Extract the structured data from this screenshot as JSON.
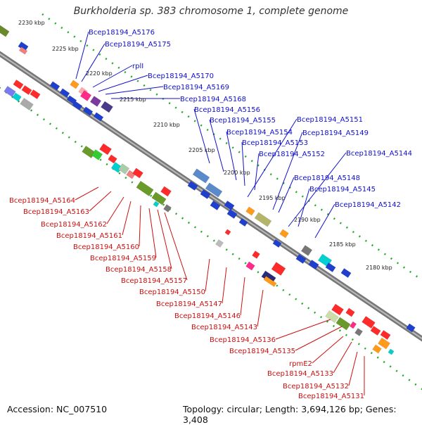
{
  "header": {
    "title": "Burkholderia sp. 383 chromosome 1, complete genome"
  },
  "footer": {
    "accession": "Accession: NC_007510",
    "summary": "Topology: circular; Length: 3,694,126 bp; Genes: 3,408"
  },
  "colors": {
    "forward_label": "#1010cc",
    "reverse_label": "#cc1010",
    "backbone": "#888888",
    "tick_dots": "#22aa22"
  },
  "kbp_ticks": [
    "2230 kbp",
    "2225 kbp",
    "2220 kbp",
    "2215 kbp",
    "2210 kbp",
    "2205 kbp",
    "2200 kbp",
    "2195 kbp",
    "2190 kbp",
    "2185 kbp",
    "2180 kbp"
  ],
  "forward_labels": [
    "Bcep18194_A5176",
    "Bcep18194_A5175",
    "rplI",
    "Bcep18194_A5170",
    "Bcep18194_A5169",
    "Bcep18194_A5168",
    "Bcep18194_A5156",
    "Bcep18194_A5155",
    "Bcep18194_A5154",
    "Bcep18194_A5153",
    "Bcep18194_A5152",
    "Bcep18194_A5151",
    "Bcep18194_A5149",
    "Bcep18194_A5144",
    "Bcep18194_A5148",
    "Bcep18194_A5145",
    "Bcep18194_A5142"
  ],
  "reverse_labels": [
    "Bcep18194_A5164",
    "Bcep18194_A5163",
    "Bcep18194_A5162",
    "Bcep18194_A5161",
    "Bcep18194_A5160",
    "Bcep18194_A5159",
    "Bcep18194_A5158",
    "Bcep18194_A5157",
    "Bcep18194_A5150",
    "Bcep18194_A5147",
    "Bcep18194_A5146",
    "Bcep18194_A5143",
    "Bcep18194_A5136",
    "Bcep18194_A5135",
    "rpmE2",
    "Bcep18194_A5133",
    "Bcep18194_A5132",
    "Bcep18194_A5131"
  ]
}
